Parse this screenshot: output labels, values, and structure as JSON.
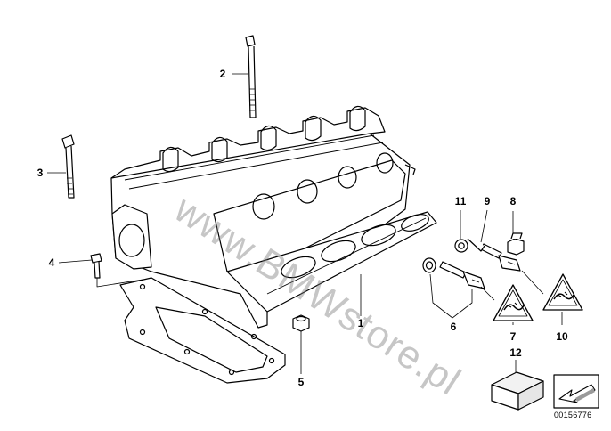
{
  "diagram": {
    "callouts": [
      {
        "id": "1",
        "label": "1"
      },
      {
        "id": "2",
        "label": "2"
      },
      {
        "id": "3",
        "label": "3"
      },
      {
        "id": "4",
        "label": "4"
      },
      {
        "id": "5",
        "label": "5"
      },
      {
        "id": "6",
        "label": "6"
      },
      {
        "id": "7",
        "label": "7"
      },
      {
        "id": "8",
        "label": "8"
      },
      {
        "id": "9",
        "label": "9"
      },
      {
        "id": "10",
        "label": "10"
      },
      {
        "id": "11",
        "label": "11"
      },
      {
        "id": "12",
        "label": "12"
      }
    ],
    "document_number": "00156776",
    "watermark": "www.BMWstore.pl",
    "colors": {
      "line": "#000000",
      "background": "#ffffff",
      "watermark": "#8a8a8a",
      "shade": "#dcdcdc"
    }
  }
}
